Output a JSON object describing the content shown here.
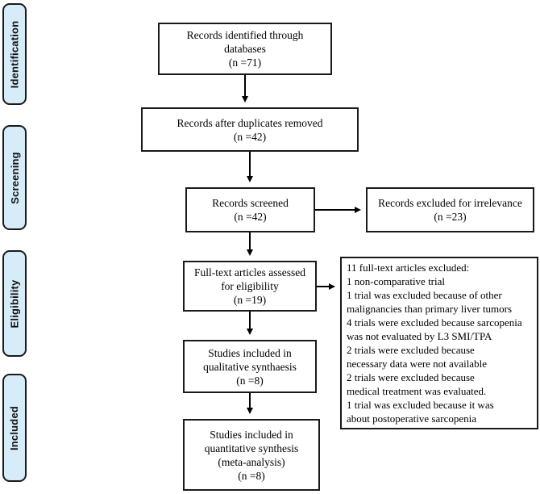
{
  "colors": {
    "stage_fill": "#d6ecf8",
    "border": "#1a1a1a",
    "bg": "#ffffff"
  },
  "sidebar": {
    "stages": [
      {
        "label": "Identification"
      },
      {
        "label": "Screening"
      },
      {
        "label": "Eligibility"
      },
      {
        "label": "Included"
      }
    ]
  },
  "flow": {
    "identified": {
      "lines": [
        "Records identified through",
        "databases",
        "(n =71)"
      ]
    },
    "duplicates_removed": {
      "lines": [
        "Records after duplicates removed",
        "(n =42)"
      ]
    },
    "screened": {
      "lines": [
        "Records screened",
        "(n =42)"
      ]
    },
    "excluded_irrelevance": {
      "lines": [
        "Records excluded for irrelevance",
        "(n =23)"
      ]
    },
    "fulltext_assessed": {
      "lines": [
        "Full-text articles assessed",
        "for eligibility",
        "(n =19)"
      ]
    },
    "fulltext_excluded": {
      "lines": [
        "11 full-text articles excluded:",
        "1 non-comparative trial",
        "1 trial was excluded because of other",
        "malignancies than primary liver tumors",
        "4 trials were excluded because sarcopenia",
        "was not evaluated by L3 SMI/TPA",
        "2 trials were excluded because",
        "necessary data were not available",
        "2 trials were excluded because",
        "medical treatment was evaluated.",
        "1 trial was excluded because it was",
        "about postoperative sarcopenia"
      ]
    },
    "qualitative": {
      "lines": [
        "Studies included in",
        "qualitative synthaesis",
        "(n =8)"
      ]
    },
    "quantitative": {
      "lines": [
        "Studies included in",
        "quantitative synthesis",
        "(meta-analysis)",
        "(n =8)"
      ]
    }
  }
}
